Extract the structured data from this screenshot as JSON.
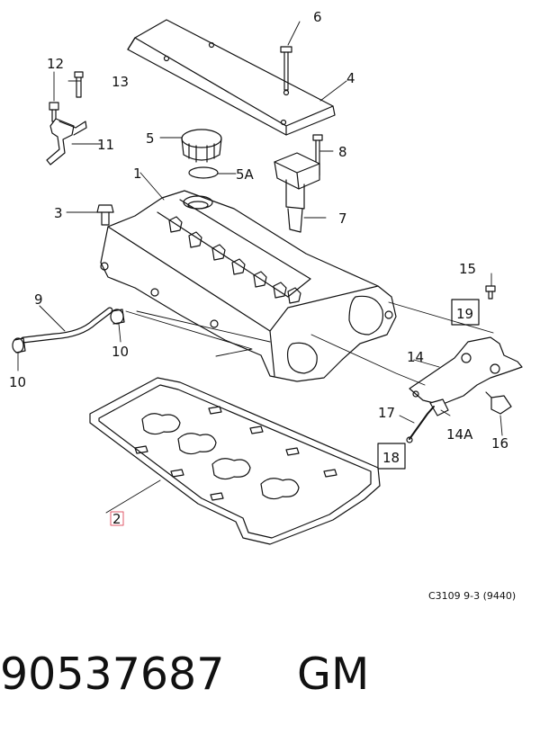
{
  "callouts": {
    "c1": "1",
    "c2": "2",
    "c3": "3",
    "c4": "4",
    "c5": "5",
    "c5a": "5A",
    "c6": "6",
    "c7": "7",
    "c8": "8",
    "c9": "9",
    "c10a": "10",
    "c10b": "10",
    "c11": "11",
    "c12": "12",
    "c13": "13",
    "c14": "14",
    "c14a": "14A",
    "c15": "15",
    "c16": "16",
    "c17": "17",
    "c18": "18",
    "c19": "19"
  },
  "diagram_ref": "C3109 9-3 (9440)",
  "part_number": "90537687",
  "brand": "GM",
  "highlight_color": "#e05a6a"
}
